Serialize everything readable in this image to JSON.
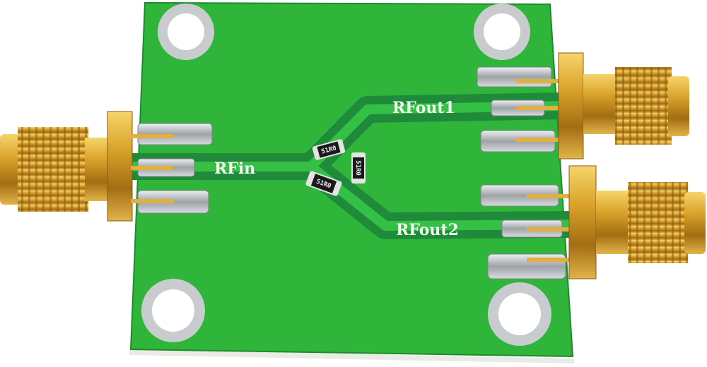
{
  "labels": {
    "input": "RFin",
    "output1": "RFout1",
    "output2": "RFout2"
  },
  "resistors": [
    "51R0",
    "51R0",
    "51R0"
  ],
  "colors": {
    "board": "#2fb63a",
    "trace": "#1f8a3a",
    "gold": "#d9a22a",
    "solder": "#c9ccd0",
    "background": "#ffffff"
  }
}
